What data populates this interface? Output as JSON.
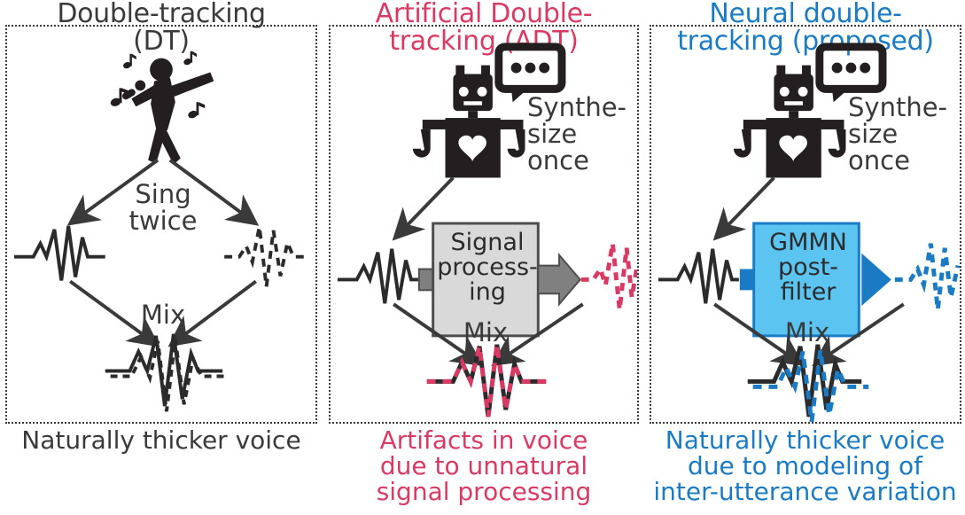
{
  "panels": [
    {
      "id": "dt",
      "title": "Double-tracking\n(DT)",
      "title_color": "#3a3a3a",
      "accent_color": "#3a3a3a",
      "actor_icon": "singer-icon",
      "actor_label": "",
      "branch_label": "Sing\ntwice",
      "mix_label": "Mix",
      "process_box": null,
      "caption": "Naturally thicker voice"
    },
    {
      "id": "adt",
      "title": "Artificial Double-\ntracking (ADT)",
      "title_color": "#d93a63",
      "accent_color": "#d93a63",
      "actor_icon": "robot-icon",
      "actor_label": "Synthe-\nsize\nonce",
      "branch_label": "",
      "mix_label": "Mix",
      "process_box": {
        "label": "Signal\nprocess-\ning",
        "fill": "#d9d9d9",
        "stroke": "#4d4d4d"
      },
      "caption": "Artifacts in voice\ndue to unnatural\nsignal processing"
    },
    {
      "id": "ndt",
      "title": "Neural double-\ntracking (proposed)",
      "title_color": "#1a7bc4",
      "accent_color": "#1a7bc4",
      "actor_icon": "robot-icon",
      "actor_label": "Synthe-\nsize\nonce",
      "branch_label": "",
      "mix_label": "Mix",
      "process_box": {
        "label": "GMMN\npost-\nfilter",
        "fill": "#5bc4f1",
        "stroke": "#1a7bc4"
      },
      "caption": "Naturally thicker voice\ndue to modeling of\ninter-utterance variation"
    }
  ],
  "colors": {
    "ink": "#3a3a3a",
    "crimson": "#d93a63",
    "blue": "#1a7bc4",
    "gray_fill": "#d9d9d9",
    "gray_stroke": "#4d4d4d",
    "light_blue_fill": "#5bc4f1"
  },
  "icons": {
    "singer": "singer-icon",
    "robot": "robot-icon",
    "speech_bubble": "speech-bubble-icon",
    "music_note": "music-note-icon",
    "waveform_solid": "waveform-solid-icon",
    "waveform_dashed": "waveform-dashed-icon",
    "arrow": "arrow-icon"
  }
}
